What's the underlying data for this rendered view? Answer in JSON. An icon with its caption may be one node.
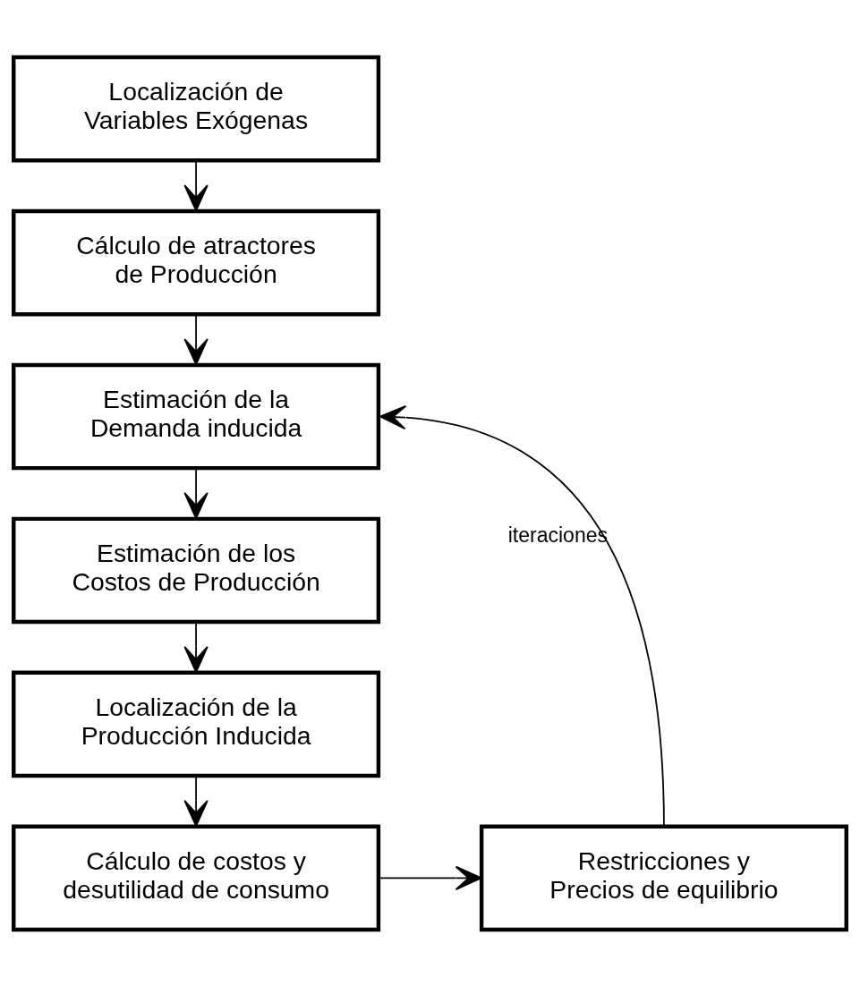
{
  "diagram": {
    "nodes": [
      {
        "text": [
          "Localización de Variables Exógenas"
        ]
      },
      {
        "text": [
          "Cálculo de atractores de Producción"
        ]
      },
      {
        "text": [
          "Estimación de la Demanda inducida"
        ]
      },
      {
        "text": [
          "Estimación de los Costos de Producción"
        ]
      },
      {
        "text": [
          "Localización de la Producción Inducida"
        ]
      },
      {
        "text": [
          "Cálculo de costos y desutilidad de consumo"
        ]
      },
      {
        "text": [
          "Restricciones y Precios de equilibrio"
        ]
      }
    ],
    "edges": [
      {
        "from": 0,
        "to": 1,
        "arrow": "to"
      },
      {
        "from": 1,
        "to": 2,
        "arrow": "to"
      },
      {
        "from": 2,
        "to": 3,
        "arrow": "to"
      },
      {
        "from": 3,
        "to": 4,
        "arrow": "to"
      },
      {
        "from": 4,
        "to": 5,
        "arrow": "to"
      },
      {
        "from": 5,
        "to": 6,
        "arrow": "to"
      },
      {
        "from": 6,
        "to": 2,
        "arrow": "to",
        "label": "iteraciones"
      }
    ]
  }
}
